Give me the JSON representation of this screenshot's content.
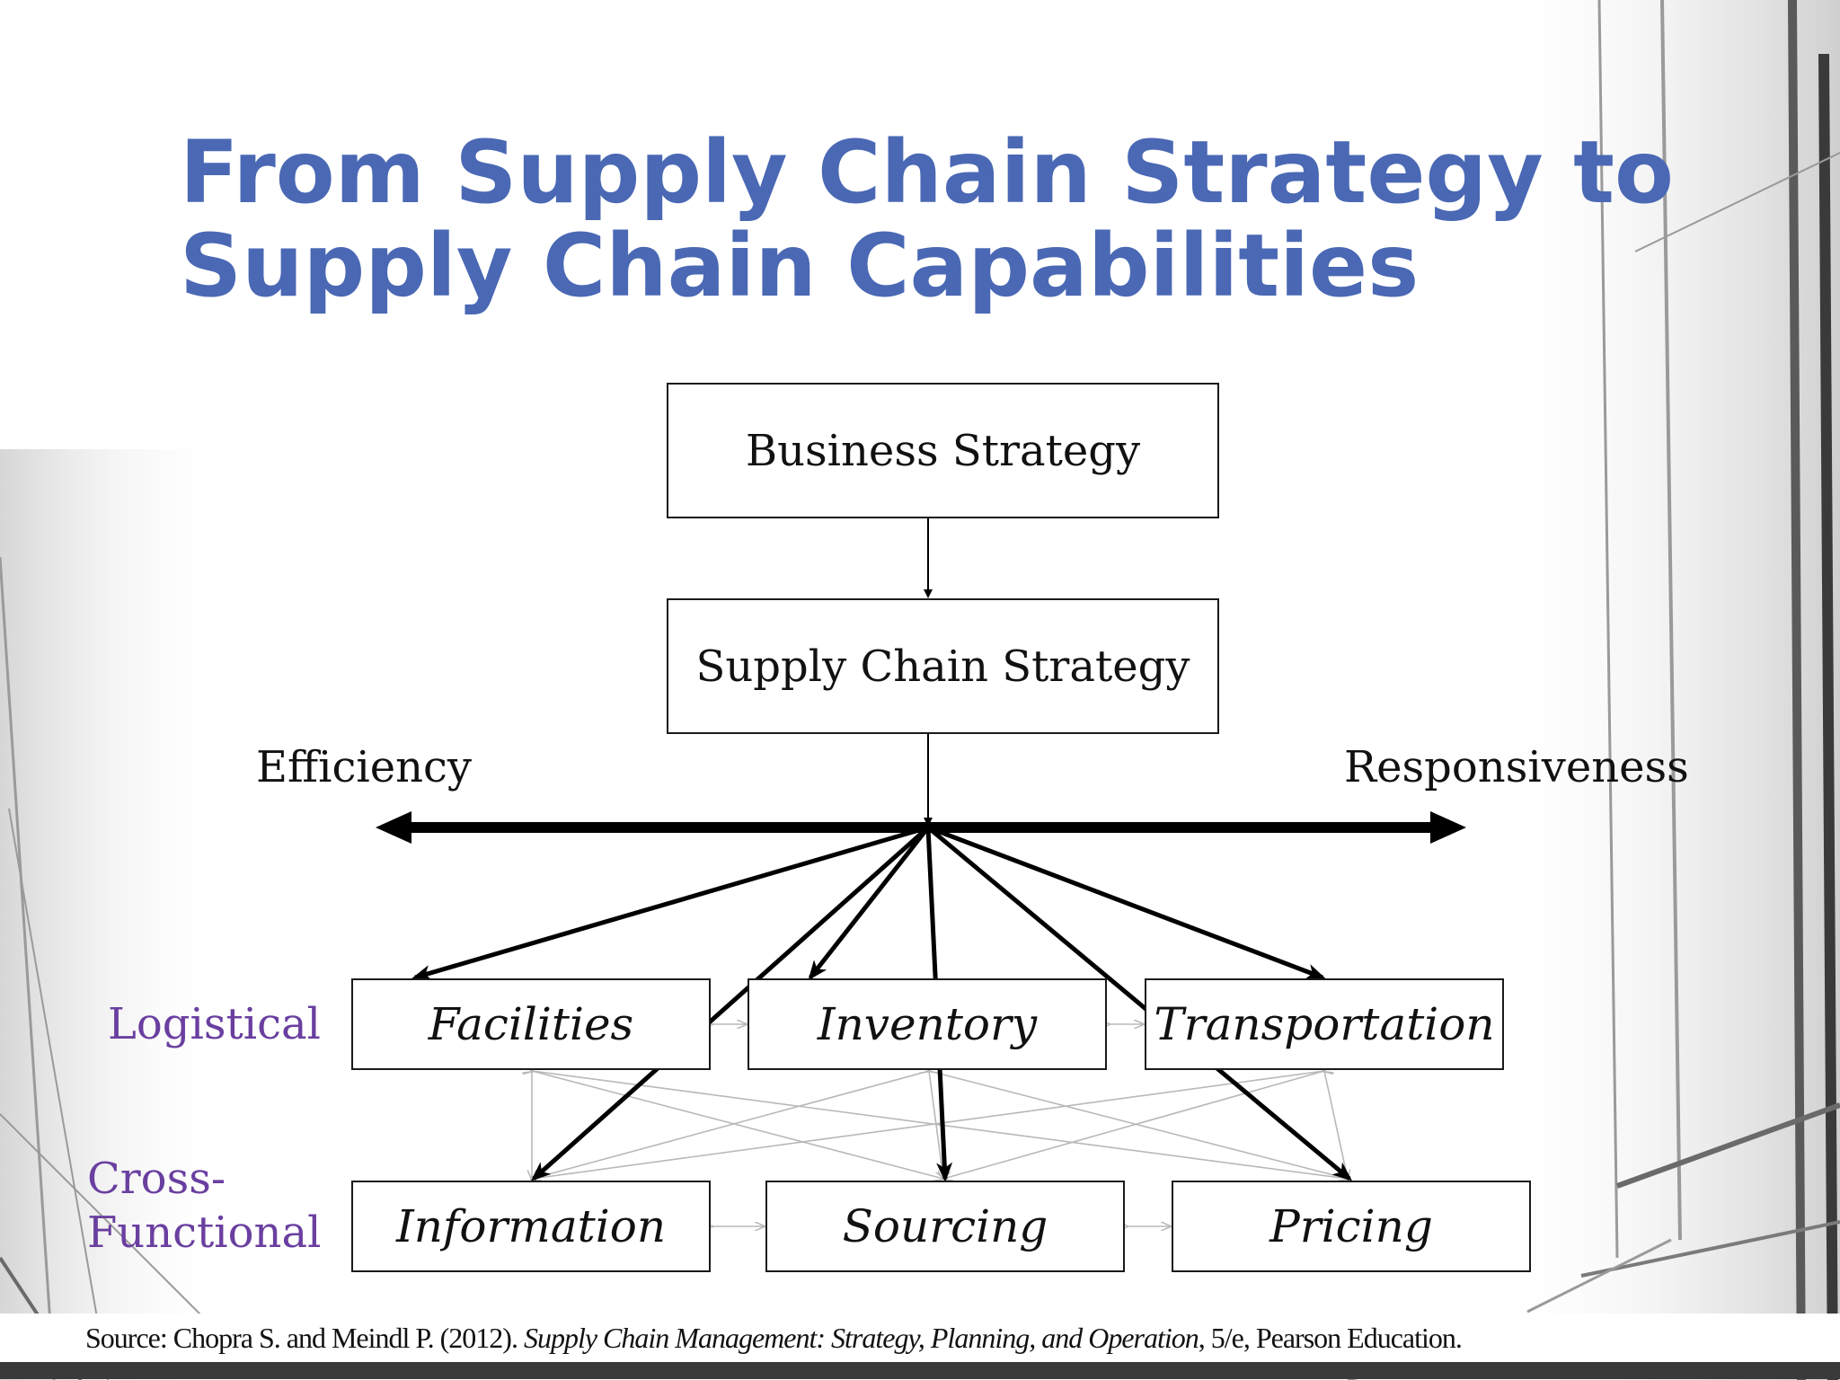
{
  "slide": {
    "title_line1": "From Supply Chain Strategy to",
    "title_line2": "Supply Chain Capabilities"
  },
  "diagram": {
    "business_strategy": "Business Strategy",
    "supply_chain_strategy": "Supply Chain Strategy",
    "axis_left": "Efficiency",
    "axis_right": "Responsiveness",
    "row_labels": {
      "logistical": "Logistical",
      "cross_functional_1": "Cross-",
      "cross_functional_2": "Functional"
    },
    "drivers": {
      "facilities": "Facilities",
      "inventory": "Inventory",
      "transportation": "Transportation",
      "information": "Information",
      "sourcing": "Sourcing",
      "pricing": "Pricing"
    }
  },
  "source": {
    "prefix": "Source: Chopra S. and Meindl P. (2012). ",
    "book_title": "Supply Chain Management: Strategy, Planning, and Operation",
    "suffix": ", 5/e, Pearson Education."
  },
  "colors": {
    "title": "#4a68b4",
    "row_label": "#6a3fa0",
    "strong_arrow": "#000000",
    "faint_arrow": "#b8b8b8"
  }
}
